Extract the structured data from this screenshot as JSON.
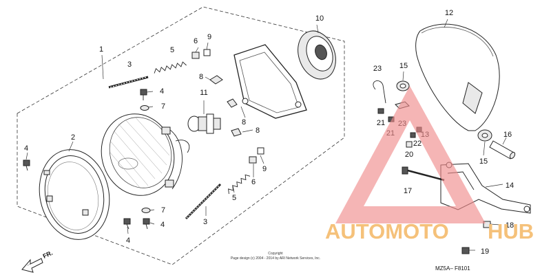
{
  "diagram": {
    "callouts": [
      {
        "label": "1"
      },
      {
        "label": "2"
      },
      {
        "label": "3"
      },
      {
        "label": "3"
      },
      {
        "label": "4"
      },
      {
        "label": "4"
      },
      {
        "label": "4"
      },
      {
        "label": "4"
      },
      {
        "label": "5"
      },
      {
        "label": "5"
      },
      {
        "label": "6"
      },
      {
        "label": "6"
      },
      {
        "label": "7"
      },
      {
        "label": "7"
      },
      {
        "label": "8"
      },
      {
        "label": "8"
      },
      {
        "label": "8"
      },
      {
        "label": "9"
      },
      {
        "label": "9"
      },
      {
        "label": "10"
      },
      {
        "label": "11"
      },
      {
        "label": "12"
      },
      {
        "label": "13"
      },
      {
        "label": "14"
      },
      {
        "label": "15"
      },
      {
        "label": "15"
      },
      {
        "label": "16"
      },
      {
        "label": "17"
      },
      {
        "label": "18"
      },
      {
        "label": "19"
      },
      {
        "label": "20"
      },
      {
        "label": "21"
      },
      {
        "label": "21"
      },
      {
        "label": "22"
      },
      {
        "label": "23"
      },
      {
        "label": "23"
      }
    ],
    "copyright_line1": "Copyright",
    "copyright_line2": "Page design (c) 2004 - 2014 by ARI Network Services, Inc.",
    "diagram_code": "MZ5A– F8101",
    "direction_label": "FR."
  },
  "watermark": {
    "text_part1": "AUTOMOTO",
    "text_part2": "HUB",
    "color_primary": "#f08b8b",
    "color_secondary": "#f5c17a"
  }
}
